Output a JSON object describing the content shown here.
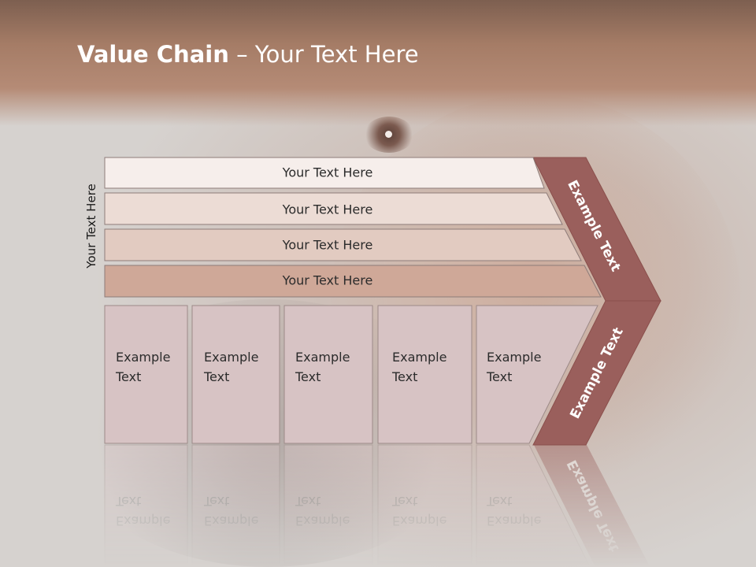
{
  "slide": {
    "title_bold": "Value Chain",
    "title_rest": " – Your Text Here",
    "side_label": "Your Text Here"
  },
  "bars": [
    {
      "label": "Your Text Here",
      "fill": "#f6eeeb"
    },
    {
      "label": "Your Text Here",
      "fill": "#ecdcd5"
    },
    {
      "label": "Your Text Here",
      "fill": "#e2cbc1"
    },
    {
      "label": "Your Text Here",
      "fill": "#cfa898"
    }
  ],
  "boxes": [
    {
      "line1": "Example",
      "line2": "Text"
    },
    {
      "line1": "Example",
      "line2": "Text"
    },
    {
      "line1": "Example",
      "line2": "Text"
    },
    {
      "line1": "Example",
      "line2": "Text"
    },
    {
      "line1": "Example",
      "line2": "Text"
    }
  ],
  "chevron": {
    "upper_label": "Example Text",
    "lower_label": "Example Text",
    "fill": "#9a5f5c"
  },
  "colors": {
    "box_fill": "#d7c3c4",
    "header": "#a57c66"
  }
}
